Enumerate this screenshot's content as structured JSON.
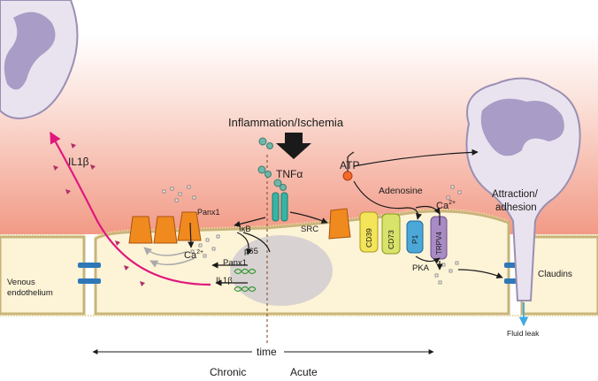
{
  "labels": {
    "inflammation": "Inflammation/Ischemia",
    "tnf": "TNFα",
    "atp": "ATP",
    "adenosine": "Adenosine",
    "il1b_top": "IL1β",
    "panx1_top": "Panx1",
    "ca_left": "Ca",
    "ca_left_sup": "2+",
    "ikb": "IκB",
    "p65": "p65",
    "panx1_gene": "Panx1",
    "il1b_gene": "IL1β",
    "src": "SRC",
    "cd39": "CD39",
    "cd73": "CD73",
    "p1": "P1",
    "trpv4": "TRPV4",
    "ca_right": "Ca",
    "ca_right_sup": "2+",
    "pka": "PKA",
    "claudins": "Claudins",
    "venous_line1": "Venous",
    "venous_line2": "endothelium",
    "attraction_line1": "Attraction/",
    "attraction_line2": "adhesion",
    "fluid_leak": "Fluid leak",
    "time": "time",
    "chronic": "Chronic",
    "acute": "Acute"
  },
  "colors": {
    "inflammation_gradient": "#f4a99a",
    "cell_fill": "#fdf3d7",
    "nucleus": "#d9d2d2",
    "leukocyte": "#e9e3ef",
    "il1b_arrow": "#e0177c",
    "cd39": "#f4e45a",
    "cd73": "#d7e36a",
    "p1": "#4aa7d8",
    "trpv4": "#a88bc4",
    "receptor": "#34b5a5",
    "channel": "#f08a1e",
    "junction": "#2e78b8",
    "fluid": "#3fa9e0"
  }
}
